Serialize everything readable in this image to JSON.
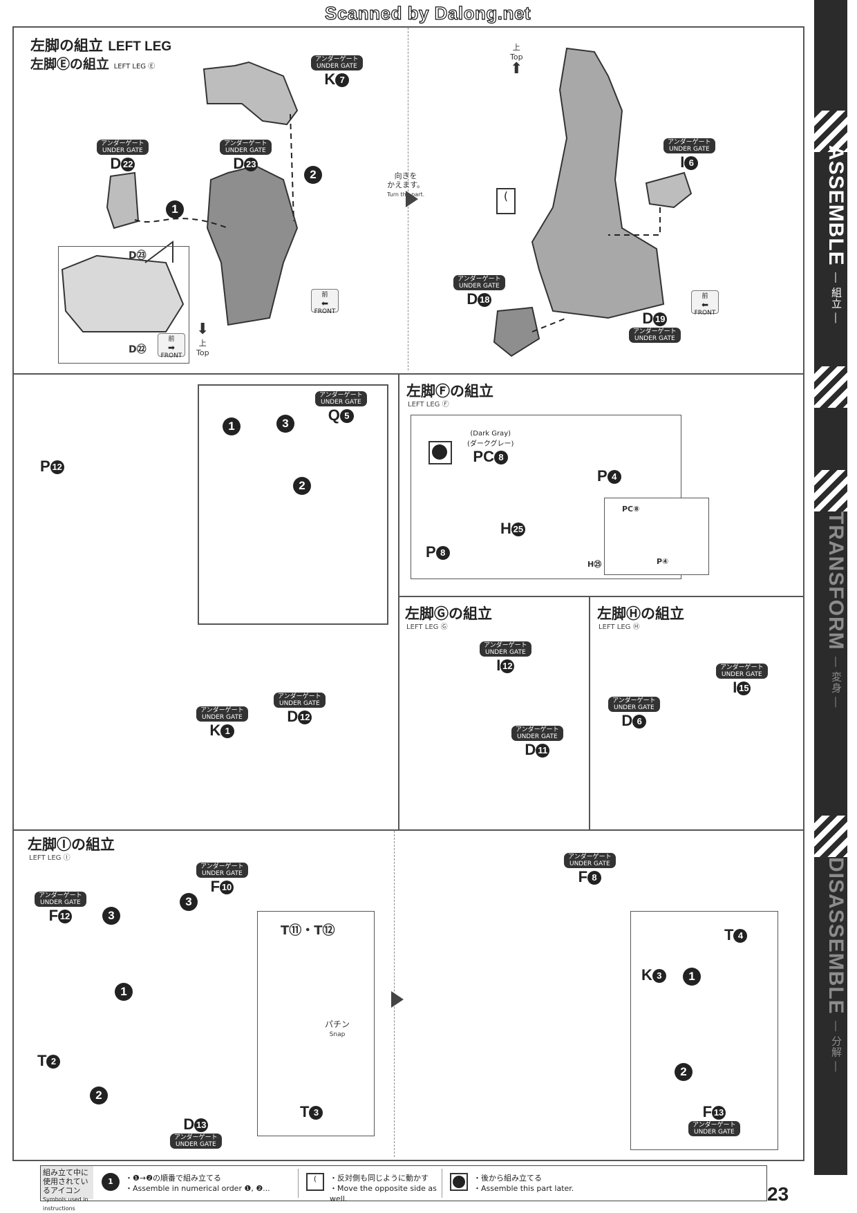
{
  "watermark": "Scanned by Dalong.net",
  "page_number": "23",
  "sidebar": {
    "assemble": "ASSEMBLE",
    "assemble_jp": "— 組立 —",
    "transform": "TRANSFORM",
    "transform_jp": "— 変身 —",
    "disassemble": "DISASSEMBLE",
    "disassemble_jp": "— 分解 —"
  },
  "common": {
    "under_gate_jp": "アンダーゲート",
    "under_gate_en": "UNDER GATE",
    "front_jp": "前",
    "front_en": "FRONT",
    "top_jp": "上",
    "top_en": "Top"
  },
  "section_e": {
    "title_jp": "左脚の組立",
    "title_en": "LEFT LEG",
    "subtitle_jp": "左脚Ⓔの組立",
    "subtitle_en": "LEFT LEG Ⓔ",
    "turn_jp": "向きを\nかえます。",
    "turn_en": "Turn the part.",
    "parts": {
      "k7": "K",
      "k7n": "7",
      "d22": "D",
      "d22n": "22",
      "d23": "D",
      "d23n": "23",
      "i6": "I",
      "i6n": "6",
      "d18": "D",
      "d18n": "18",
      "d19": "D",
      "d19n": "19",
      "detail_d23": "D㉓",
      "detail_d22": "D㉒"
    }
  },
  "section_mid": {
    "parts": {
      "p12": "P",
      "p12n": "12",
      "q5": "Q",
      "q5n": "5",
      "k1": "K",
      "k1n": "1",
      "d12": "D",
      "d12n": "12"
    }
  },
  "section_f": {
    "title_jp": "左脚Ⓕの組立",
    "subtitle_en": "LEFT LEG Ⓕ",
    "dark_gray_en": "(Dark Gray)",
    "dark_gray_jp": "(ダークグレー)",
    "parts": {
      "pc8": "PC",
      "pc8n": "8",
      "p4": "P",
      "p4n": "4",
      "p8": "P",
      "p8n": "8",
      "h25": "H",
      "h25n": "25",
      "inset_pc8": "PC⑧",
      "inset_h25": "H㉕",
      "inset_p4": "P④"
    }
  },
  "section_g": {
    "title_jp": "左脚Ⓖの組立",
    "subtitle_en": "LEFT LEG Ⓖ",
    "parts": {
      "i12": "I",
      "i12n": "12",
      "d11": "D",
      "d11n": "11"
    }
  },
  "section_h": {
    "title_jp": "左脚Ⓗの組立",
    "subtitle_en": "LEFT LEG Ⓗ",
    "parts": {
      "d6": "D",
      "d6n": "6",
      "i15": "I",
      "i15n": "15"
    }
  },
  "section_i": {
    "title_jp": "左脚Ⓘの組立",
    "subtitle_en": "LEFT LEG Ⓘ",
    "snap_jp": "パチン",
    "snap_en": "Snap",
    "parts": {
      "f10": "F",
      "f10n": "10",
      "f12": "F",
      "f12n": "12",
      "t2": "T",
      "t2n": "2",
      "d13": "D",
      "d13n": "13",
      "t11t12": "T⑪・T⑫",
      "t3": "T",
      "t3n": "3",
      "f8": "F",
      "f8n": "8",
      "t4": "T",
      "t4n": "4",
      "k3": "K",
      "k3n": "3",
      "f13": "F",
      "f13n": "13"
    }
  },
  "legend": {
    "head_jp": "組み立て中に使用されているアイコン",
    "head_en": "Symbols used in instructions",
    "items": [
      {
        "jp": "・❶→❷の順番で組み立てる",
        "en": "・Assemble in numerical order ❶, ❷..."
      },
      {
        "jp": "・反対側も同じように動かす",
        "en": "・Move the opposite side as well."
      },
      {
        "jp": "・後から組み立てる",
        "en": "・Assemble this part later."
      }
    ]
  }
}
